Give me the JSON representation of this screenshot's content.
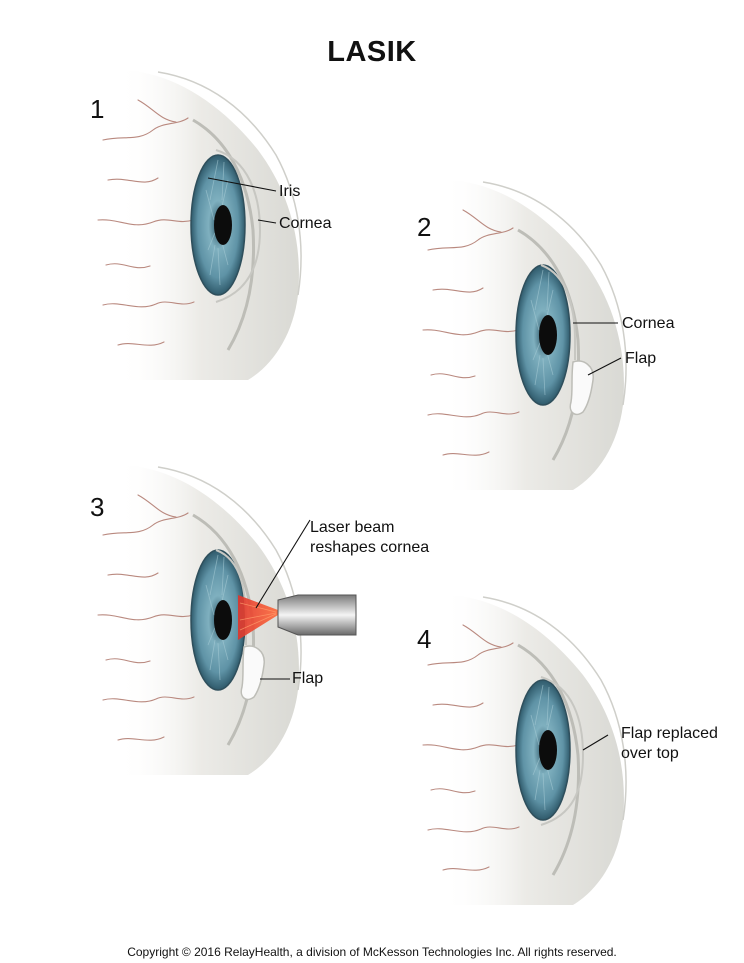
{
  "title": "LASIK",
  "steps": [
    {
      "number": "1",
      "labels": [
        "Iris",
        "Cornea"
      ]
    },
    {
      "number": "2",
      "labels": [
        "Cornea",
        "Flap"
      ]
    },
    {
      "number": "3",
      "labels": [
        "Laser beam\nreshapes cornea",
        "Flap"
      ]
    },
    {
      "number": "4",
      "labels": [
        "Flap replaced\nover top"
      ]
    }
  ],
  "copyright": "Copyright © 2016 RelayHealth, a division of McKesson Technologies Inc. All rights reserved.",
  "colors": {
    "iris": "#6f9fb0",
    "iris_dark": "#3e6f82",
    "pupil": "#0c0c0c",
    "sclera": "#f1f1ee",
    "vein": "#b9897f",
    "laser": "#e8402a"
  }
}
